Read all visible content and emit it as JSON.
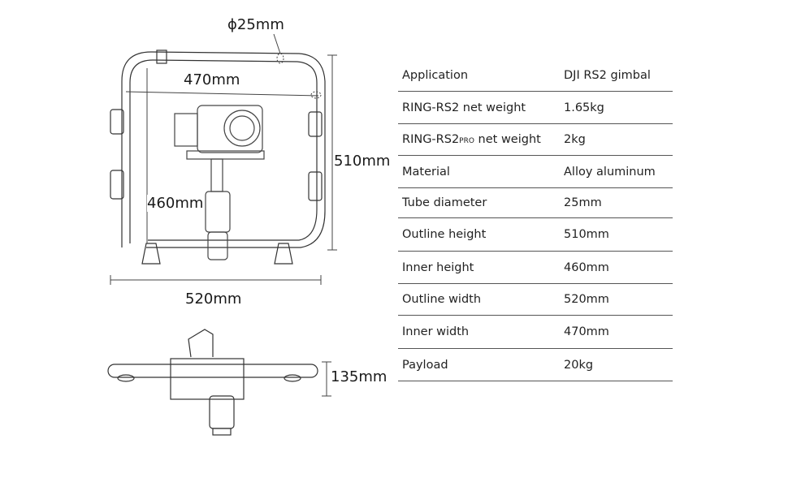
{
  "dimensions": {
    "tube_diameter": "ϕ25mm",
    "inner_width": "470mm",
    "outline_height": "510mm",
    "inner_height": "460mm",
    "outline_width": "520mm",
    "depth": "135mm"
  },
  "specs": [
    {
      "label": "Application",
      "value": "DJI RS2 gimbal"
    },
    {
      "label": "RING-RS2 net weight",
      "value": "1.65kg"
    },
    {
      "label_main": "RING-RS2",
      "label_sub": "PRO",
      "label_tail": " net weight",
      "value": "2kg"
    },
    {
      "label": "Material",
      "value": "Alloy aluminum"
    },
    {
      "label": "Tube diameter",
      "value": "25mm"
    },
    {
      "label": "Outline height",
      "value": "510mm"
    },
    {
      "label": "Inner height",
      "value": "460mm"
    },
    {
      "label": "Outline width",
      "value": "520mm"
    },
    {
      "label": "Inner width",
      "value": "470mm"
    },
    {
      "label": "Payload",
      "value": "20kg"
    }
  ]
}
